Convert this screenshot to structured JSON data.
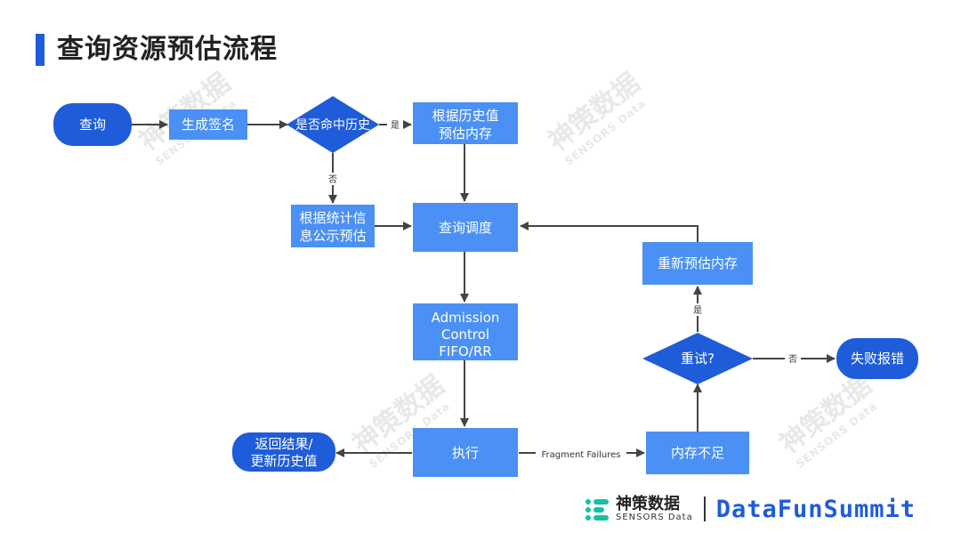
{
  "title": "查询资源预估流程",
  "watermark": {
    "cn": "神策数据",
    "en": "SENSORS Data"
  },
  "nodes": {
    "query": "查询",
    "signature": "生成签名",
    "history_hit": "是否命中历史",
    "est_history": [
      "根据历史值",
      "预估内存"
    ],
    "est_stats": [
      "根据统计信",
      "息公示预估"
    ],
    "schedule": "查询调度",
    "admission": [
      "Admission",
      "Control",
      "FIFO/RR"
    ],
    "execute": "执行",
    "return": [
      "返回结果/",
      "更新历史值"
    ],
    "mem_short": "内存不足",
    "retry": "重试?",
    "reestimate": "重新预估内存",
    "fail": "失败报错"
  },
  "edge_labels": {
    "yes_history": "是",
    "no_history": "否",
    "fragment_failures": "Fragment Failures",
    "yes_retry": "是",
    "no_retry": "否"
  },
  "footer": {
    "brand_cn": "神策数据",
    "brand_en": "SENSORS Data",
    "summit": "DataFunSummit"
  },
  "colors": {
    "box": "#4a90f5",
    "terminal": "#1f5cd9",
    "arrow": "#444444",
    "accent": "#1f5cd9",
    "logo": "#13c2a6"
  }
}
